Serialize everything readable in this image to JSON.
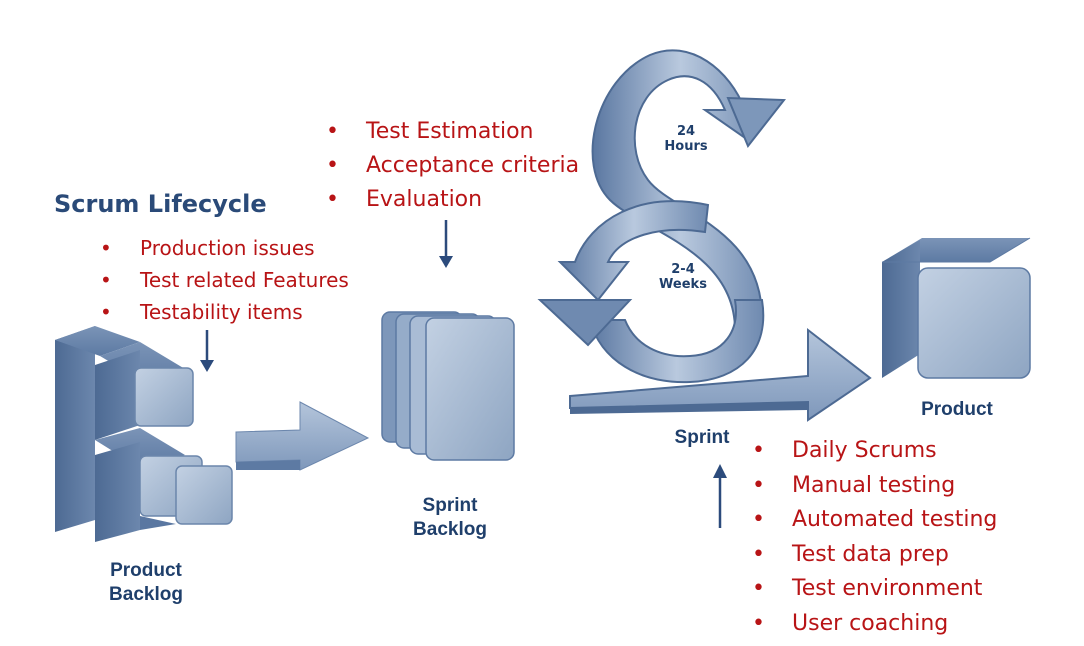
{
  "diagram": {
    "title": "Scrum Lifecycle",
    "backlog_notes": [
      "Production issues",
      "Test related Features",
      "Testability items"
    ],
    "planning_notes": [
      "Test Estimation",
      "Acceptance criteria",
      "Evaluation"
    ],
    "sprint_notes": [
      "Daily Scrums",
      "Manual testing",
      "Automated testing",
      "Test data prep",
      "Test environment",
      "User coaching"
    ],
    "bullet": "•",
    "labels": {
      "product_backlog_1": "Product",
      "product_backlog_2": "Backlog",
      "sprint_backlog_1": "Sprint",
      "sprint_backlog_2": "Backlog",
      "sprint": "Sprint",
      "product": "Product",
      "cycle_24_1": "24",
      "cycle_24_2": "Hours",
      "cycle_weeks_1": "2-4",
      "cycle_weeks_2": "Weeks"
    },
    "colors": {
      "note_text": "#b81416",
      "shape_fill": "#9fb4ce",
      "shape_dark": "#4f6c94",
      "label": "#1f3f6b",
      "arrow": "#2c4b7c"
    }
  }
}
